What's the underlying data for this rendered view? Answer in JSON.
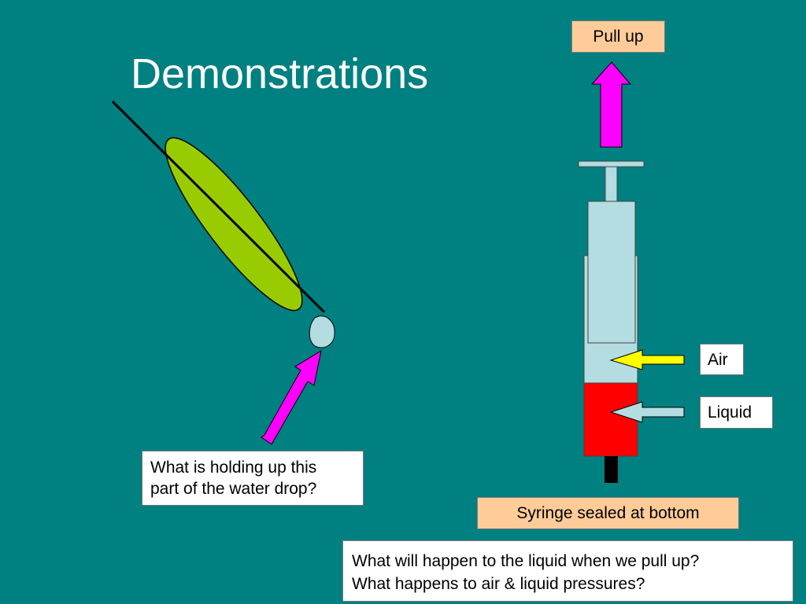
{
  "slide": {
    "title": "Demonstrations",
    "labels": {
      "pull_up": "Pull up",
      "air": "Air",
      "liquid": "Liquid",
      "sealed": "Syringe sealed at bottom"
    },
    "questions": {
      "drop": [
        "What is holding up this",
        "part of the water drop?"
      ],
      "syringe": [
        "What will happen to the liquid when we pull up?",
        "What happens to air & liquid pressures?"
      ]
    }
  },
  "colors": {
    "background": "#008080",
    "leaf": "#99cc00",
    "water_drop": "#b3dde0",
    "syringe_barrel": "#b3dde0",
    "liquid": "#ff0000",
    "arrow_magenta": "#ff00ff",
    "arrow_air": "#ffff00",
    "arrow_liquid": "#b3dde0",
    "label_box": "#ffcc99"
  },
  "icons": {
    "up_arrow": "magenta-up-arrow-icon",
    "pointer_arrow": "magenta-pointer-arrow-icon",
    "air_arrow": "yellow-left-arrow-icon",
    "liquid_arrow": "blue-left-arrow-icon"
  }
}
